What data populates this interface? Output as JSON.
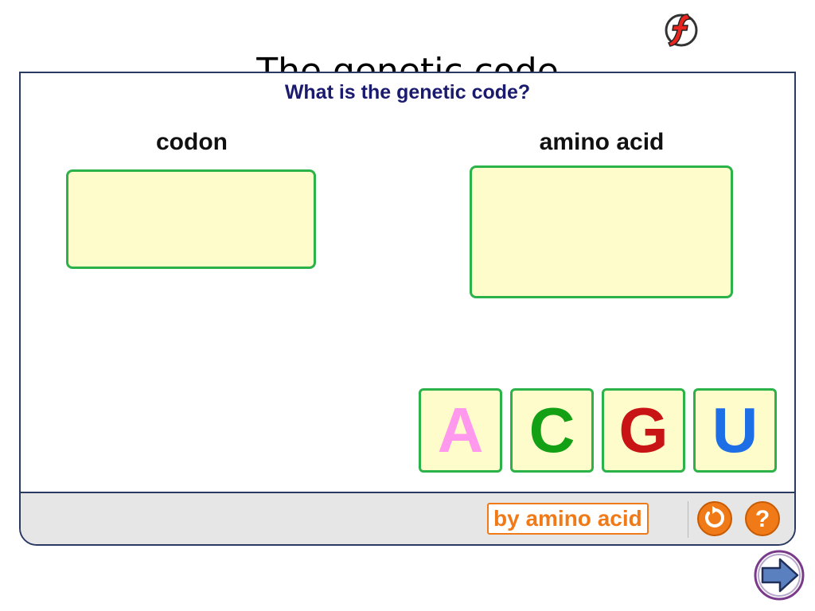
{
  "slide": {
    "title": "The genetic code"
  },
  "activity": {
    "heading": "What is the genetic code?",
    "codon_label": "codon",
    "amino_label": "amino acid",
    "bases": [
      {
        "letter": "A",
        "color": "#ff99ee"
      },
      {
        "letter": "C",
        "color": "#14a014"
      },
      {
        "letter": "G",
        "color": "#c81414"
      },
      {
        "letter": "U",
        "color": "#1e6ee6"
      }
    ]
  },
  "footer": {
    "mode_button_label": "by amino acid",
    "reset_button_icon": "reset-icon",
    "help_button_label": "?"
  },
  "icons": {
    "flash": "flash-icon",
    "next": "next-arrow-icon"
  },
  "colors": {
    "accent_orange": "#f07a18",
    "box_fill": "#fffccc",
    "box_border": "#2bb34a",
    "heading_navy": "#1a1a6e"
  }
}
